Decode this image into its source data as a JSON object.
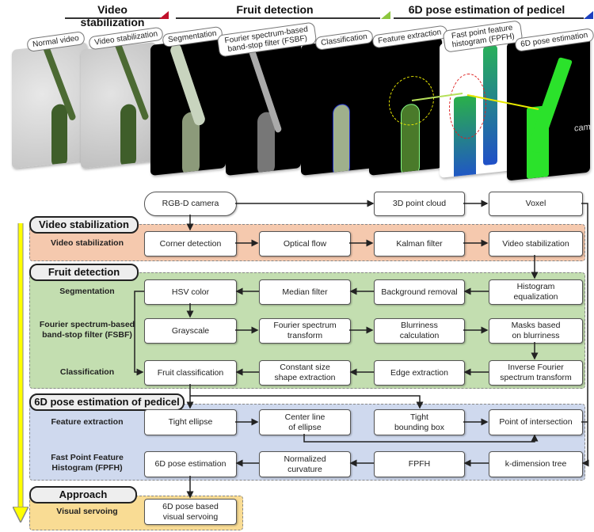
{
  "top_headers": [
    {
      "label": "Video stabilization",
      "color": "#c0102a"
    },
    {
      "label": "Fruit detection",
      "color": "#8cc63e"
    },
    {
      "label": "6D pose estimation of pedicel",
      "color": "#1b3fbf"
    }
  ],
  "image_panels": [
    {
      "label": "Normal video"
    },
    {
      "label": "Video stabilization"
    },
    {
      "label": "Segmentation"
    },
    {
      "label": "Fourier spectrum-based band-stop filter (FSBF)"
    },
    {
      "label": "Classification"
    },
    {
      "label": "Feature extraction"
    },
    {
      "label": "Fast point feature histogram (FPFH)"
    },
    {
      "label": "6D pose estimation",
      "overlay_text": "camera_link"
    }
  ],
  "inputs": {
    "camera": "RGB-D camera",
    "point_cloud": "3D point cloud",
    "voxel": "Voxel"
  },
  "sections": {
    "video_stabilization": {
      "title": "Video stabilization",
      "color": "#f5c9ae",
      "row_label": "Video stabilization",
      "boxes": [
        "Corner detection",
        "Optical flow",
        "Kalman filter",
        "Video stabilization"
      ]
    },
    "fruit_detection": {
      "title": "Fruit detection",
      "color": "#c3deb0",
      "rows": [
        {
          "label": "Segmentation",
          "boxes": [
            "HSV color",
            "Median filter",
            "Background removal",
            "Histogram\nequalization"
          ]
        },
        {
          "label": "Fourier spectrum-based band-stop filter (FSBF)",
          "boxes": [
            "Grayscale",
            "Fourier spectrum\ntransform",
            "Blurriness\ncalculation",
            "Masks based\non blurriness"
          ]
        },
        {
          "label": "Classification",
          "boxes": [
            "Fruit classification",
            "Constant size\nshape extraction",
            "Edge extraction",
            "Inverse Fourier\nspectrum transform"
          ]
        }
      ]
    },
    "pose_estimation": {
      "title": "6D pose estimation of pedicel",
      "color": "#cfd9ee",
      "rows": [
        {
          "label": "Feature extraction",
          "boxes": [
            "Tight ellipse",
            "Center line\nof ellipse",
            "Tight\nbounding box",
            "Point of intersection"
          ]
        },
        {
          "label": "Fast Point Feature Histogram (FPFH)",
          "boxes": [
            "6D pose estimation",
            "Normalized\ncurvature",
            "FPFH",
            "k-dimension tree"
          ]
        }
      ]
    },
    "approach": {
      "title": "Approach",
      "color": "#f9dc94",
      "row_label": "Visual servoing",
      "boxes": [
        "6D pose based\nvisual servoing"
      ]
    }
  },
  "flow_arrow_color": "#ffff00"
}
